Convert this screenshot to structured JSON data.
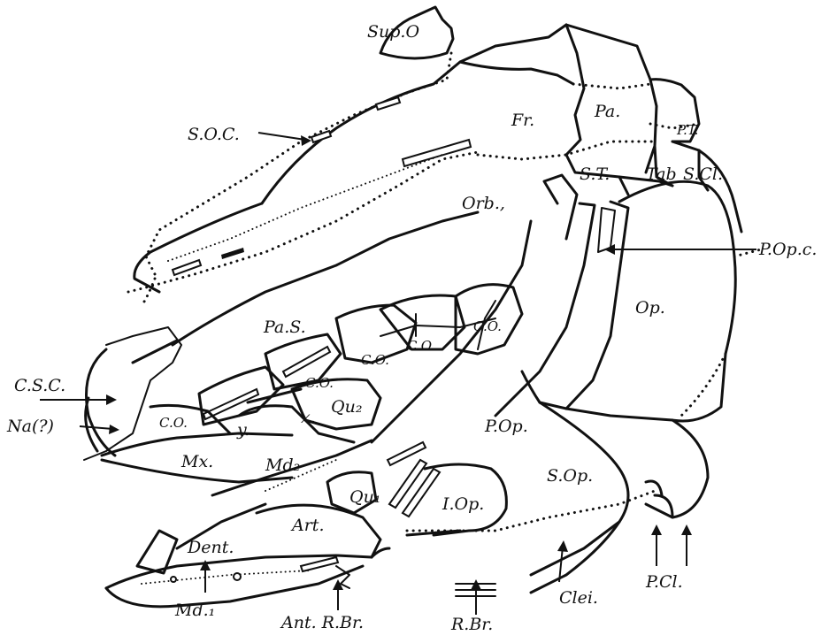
{
  "figure": {
    "labels": {
      "sup_o": "Sup.O",
      "soc": "S.O.C.",
      "fr": "Fr.",
      "pa": "Pa.",
      "pt": "P.T.",
      "st": "S.T.",
      "tab": "Tab",
      "scl": "S.Cl.",
      "orb": "Orb.,",
      "popc": "P.Op.c.",
      "op": "Op.",
      "pas": "Pa.S.",
      "csc": "C.S.C.",
      "na": "Na(?)",
      "co": "C.O.",
      "x": "x.",
      "y": "y.",
      "qu2": "Qu₂",
      "qu1": "Qu₁",
      "mx": "Mx.",
      "md2": "Md₂",
      "pop": "P.Op.",
      "sop": "S.Op.",
      "iop": "I.Op.",
      "art": "Art.",
      "dent": "Dent.",
      "md1": "Md.₁",
      "antrbr": "Ant. R.Br.",
      "rbr": "R.Br.",
      "clei": "Clei.",
      "pcl": "P.Cl."
    }
  }
}
